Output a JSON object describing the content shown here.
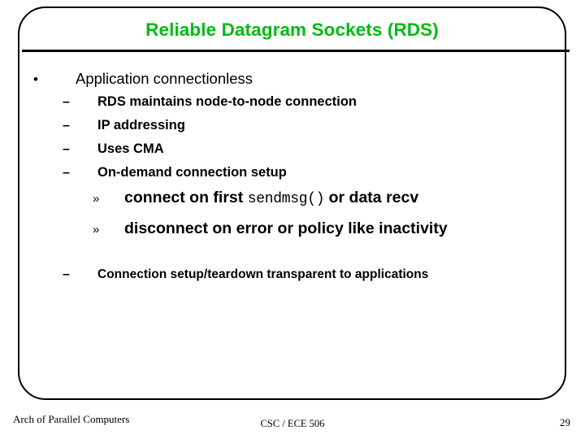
{
  "slide": {
    "title": "Reliable Datagram Sockets (RDS)",
    "title_color": "#00bb11",
    "text_color": "#000000",
    "background_color": "#ffffff",
    "border_color": "#000000"
  },
  "markers": {
    "bullet_round": "•",
    "bullet_dash": "–",
    "bullet_guillemet": "»"
  },
  "content": {
    "level1": {
      "label": "Application connectionless"
    },
    "level2": [
      {
        "label": "RDS maintains node-to-node connection"
      },
      {
        "label": "IP addressing"
      },
      {
        "label": "Uses CMA"
      },
      {
        "label": "On-demand connection setup"
      }
    ],
    "level3": [
      {
        "pre": "connect on first ",
        "code": "sendmsg()",
        "post": " or data recv"
      },
      {
        "pre": "disconnect on error or policy like inactivity",
        "code": "",
        "post": ""
      }
    ],
    "level2_last": {
      "label": "Connection setup/teardown transparent to applications"
    }
  },
  "footer": {
    "left": "Arch of Parallel Computers",
    "center": "CSC / ECE 506",
    "page": "29"
  }
}
